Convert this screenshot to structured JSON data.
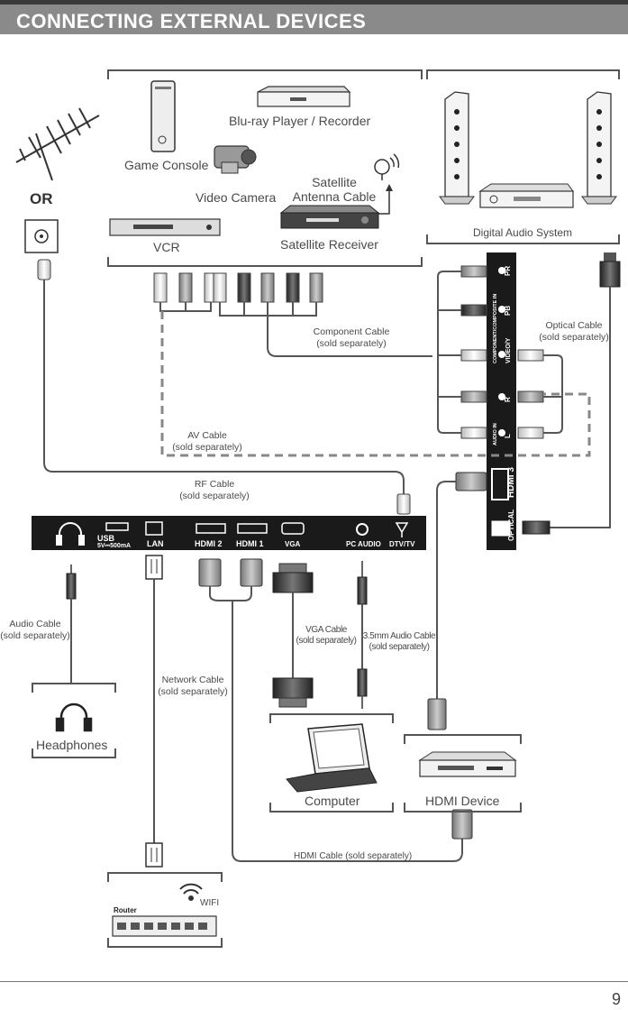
{
  "header": {
    "title": "CONNECTING EXTERNAL DEVICES"
  },
  "devices": {
    "or_label": "OR",
    "bluray": "Blu-ray Player / Recorder",
    "game_console": "Game Console",
    "video_camera": "Video Camera",
    "satellite_antenna_line1": "Satellite",
    "satellite_antenna_line2": "Antenna Cable",
    "vcr": "VCR",
    "satellite_receiver": "Satellite Receiver",
    "digital_audio": "Digital Audio System",
    "headphones": "Headphones",
    "computer": "Computer",
    "hdmi_device": "HDMI Device",
    "wifi": "WIFI",
    "router": "Router"
  },
  "cables": {
    "component_l1": "Component Cable",
    "component_l2": "(sold separately)",
    "optical_l1": "Optical Cable",
    "optical_l2": "(sold separately)",
    "av_l1": "AV Cable",
    "av_l2": "(sold separately)",
    "rf_l1": "RF Cable",
    "rf_l2": "(sold separately)",
    "audio_l1": "Audio Cable",
    "audio_l2": "(sold separately)",
    "network_l1": "Network Cable",
    "network_l2": "(sold separately)",
    "vga_l1": "VGA Cable",
    "vga_l2": "(sold separately)",
    "audio35_l1": "3.5mm Audio Cable",
    "audio35_l2": "(sold separately)",
    "hdmi": "HDMI Cable (sold separately)"
  },
  "panel_bottom": {
    "usb": "USB",
    "usb_rating": "5V⎓500mA",
    "lan": "LAN",
    "hdmi2": "HDMI 2",
    "hdmi1": "HDMI 1",
    "vga": "VGA",
    "pc_audio": "PC AUDIO",
    "dtv": "DTV/TV"
  },
  "panel_side": {
    "pr": "PR",
    "pb": "PB",
    "video_y": "VIDEO/Y",
    "component_in": "COMPONENT/COMPOSITE IN",
    "r": "R",
    "l": "L",
    "audio_in": "AUDIO IN",
    "hdmi3": "HDMI 3",
    "optical": "OPTICAL"
  },
  "page": {
    "number": "9"
  }
}
